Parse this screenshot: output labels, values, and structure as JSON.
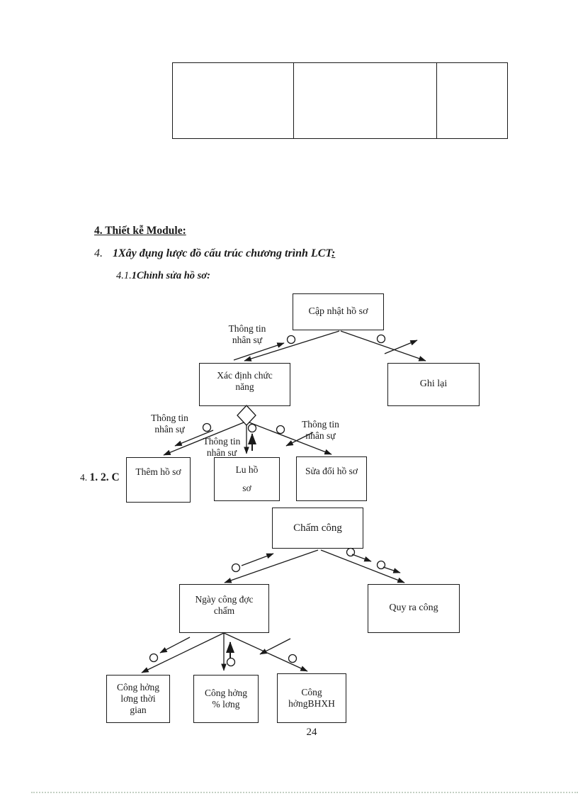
{
  "page": {
    "number": "24"
  },
  "colors": {
    "line": "#1a1a1a",
    "box_border": "#1a1a1a",
    "page_background": "#ffffff",
    "page_break_dots": "#93ab93"
  },
  "top_table": {
    "cells": [
      "",
      "",
      ""
    ]
  },
  "headings": {
    "h1": "4. Thiết kễ Module:",
    "h2": {
      "prefix": "4.",
      "text": "1Xây đụng lược đồ cấu trúc chương trình LCT",
      "colon": ":"
    },
    "h3": {
      "prefix": "4.1.",
      "text": "1Chỉnh sửa hồ sơ:"
    },
    "h4": {
      "prefix": "4. ",
      "text": "1. 2. C"
    }
  },
  "diagram1": {
    "boxes": {
      "cap_nhat": "Cập nhật hồ sơ",
      "xac_dinh": "Xác định chức\nnăng",
      "ghi_lai": "Ghi lại",
      "them": "Thêm hồ sơ",
      "luu": "Lu   hồ\nsơ",
      "sua_doi": "Sửa đổi hồ sơ"
    },
    "flow_labels": {
      "top_left": "Thông tin\nnhân sự",
      "mid_left": "Thông tin\nnhân sự",
      "mid_center": "Thông tin\nnhân sư",
      "mid_right": "Thông tin\nnhân sự"
    }
  },
  "diagram2": {
    "boxes": {
      "cham_cong": "Chấm công",
      "ngay_cong": "Ngày công đợc\nchấm",
      "quy_ra": "Quy ra công",
      "luong_thoi_gian": "Công hởng\nlơng  thời\ngian",
      "phan_tram": "Công hởng\n% lơng",
      "bhxh": "Công\nhởngBHXH"
    }
  }
}
